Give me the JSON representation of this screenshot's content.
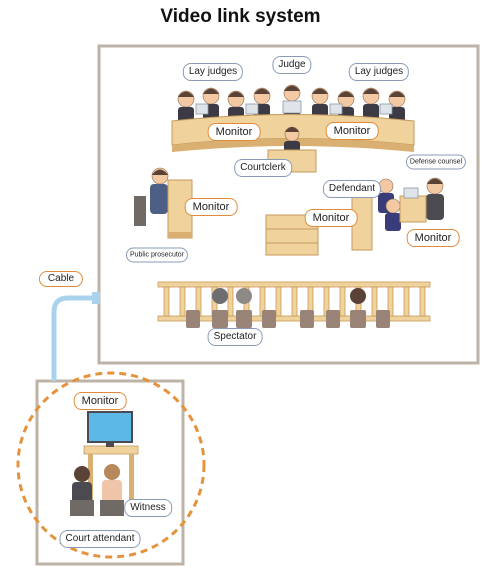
{
  "title": "Video link system",
  "labels": {
    "judge": "Judge",
    "lay_judges_left": "Lay judges",
    "lay_judges_right": "Lay judges",
    "monitor_bench_left": "Monitor",
    "monitor_bench_right": "Monitor",
    "court_clerk": "Courtclerk",
    "defense_counsel": "Defense counsel",
    "defendant": "Defendant",
    "monitor_prosecutor": "Monitor",
    "monitor_center": "Monitor",
    "monitor_defense": "Monitor",
    "public_prosecutor": "Public prosecutor",
    "cable": "Cable",
    "spectator": "Spectator",
    "monitor_witness_room": "Monitor",
    "witness": "Witness",
    "court_attendant": "Court attendant"
  },
  "colors": {
    "room_border": "#bdb3a6",
    "cable": "#a9d3ec",
    "circle": "#e5923a",
    "monitor_screen": "#5cb8e6",
    "bench": "#f0d29c",
    "bench_dark": "#d9b072"
  }
}
